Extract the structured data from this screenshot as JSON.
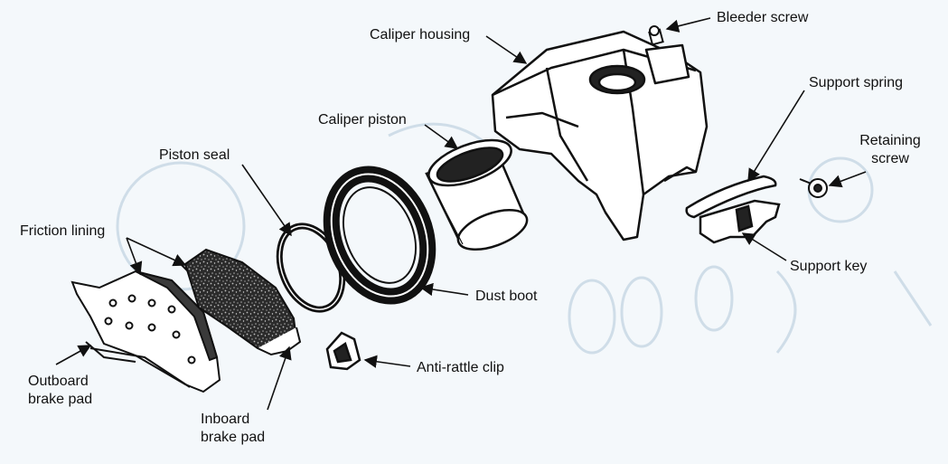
{
  "colors": {
    "ink": "#111111",
    "paper": "#f4f8fb",
    "ghost": "#cfdde8",
    "lining": "#3a3a3a"
  },
  "labels": {
    "bleeder_screw": "Bleeder screw",
    "caliper_housing": "Caliper housing",
    "support_spring": "Support spring",
    "caliper_piston": "Caliper piston",
    "retaining_screw": "Retaining\nscrew",
    "piston_seal": "Piston seal",
    "friction_lining": "Friction lining",
    "support_key": "Support key",
    "dust_boot": "Dust boot",
    "anti_rattle_clip": "Anti-rattle clip",
    "outboard_brake_pad": "Outboard\nbrake pad",
    "inboard_brake_pad": "Inboard\nbrake pad"
  }
}
